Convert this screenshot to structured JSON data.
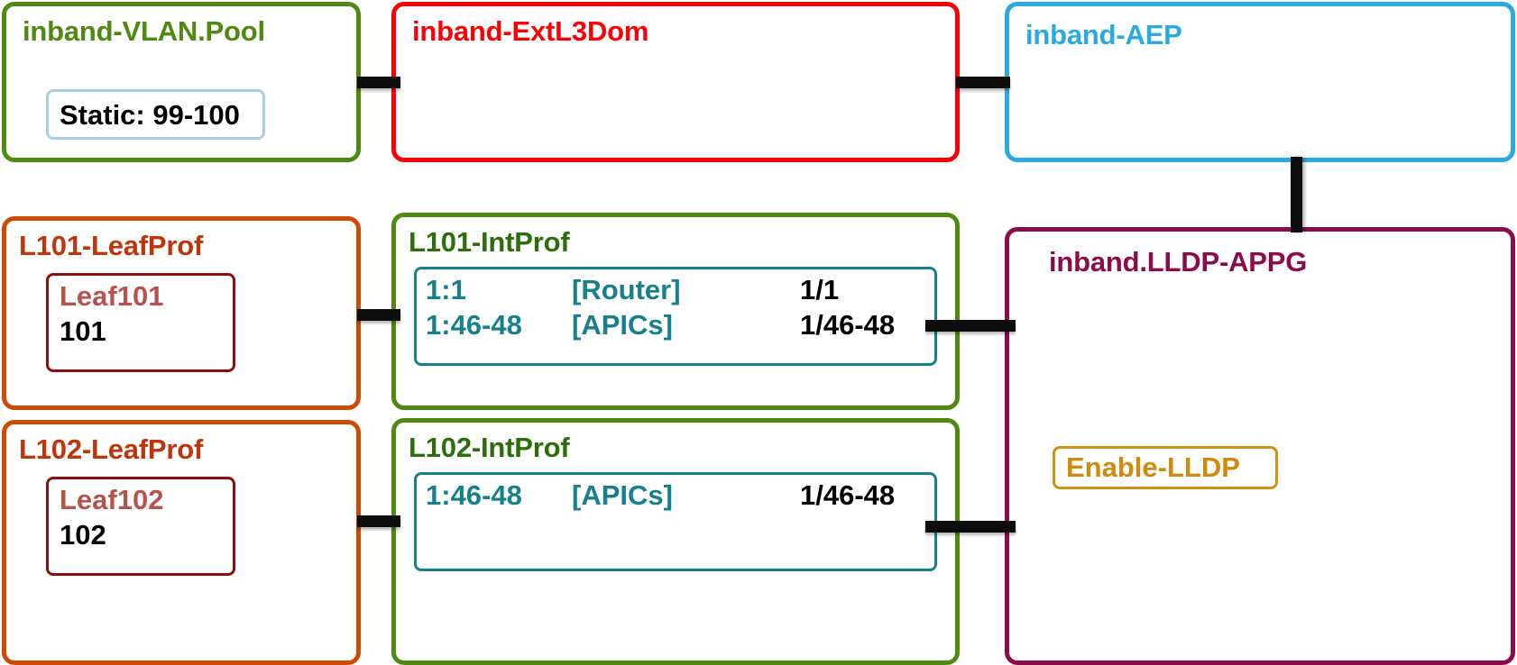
{
  "diagram": {
    "title": "Cisco ACI inband management access policy diagram",
    "palette": {
      "vlan_pool": "#4f8a10",
      "ext_l3_dom": "#fb0007",
      "aep": "#29abe2",
      "leaf_profile": "#ce4a06",
      "int_profile": "#4f8a10",
      "appg": "#8c0b4b",
      "static_chip_border": "#a8cfe4",
      "leaf_chip_border": "#8a1010",
      "port_chip_border": "#17818b",
      "lldp_chip_border": "#cf9311",
      "connector": "#0d0d0d"
    }
  },
  "nodes": {
    "vlan_pool": {
      "title": "inband-VLAN.Pool",
      "chip": {
        "label": "Static: 99-100"
      }
    },
    "ext_l3_dom": {
      "title": "inband-ExtL3Dom"
    },
    "aep": {
      "title": "inband-AEP"
    },
    "leaf_prof_101": {
      "title": "L101-LeafProf",
      "chip": {
        "name": "Leaf101",
        "id": "101"
      }
    },
    "leaf_prof_102": {
      "title": "L102-LeafProf",
      "chip": {
        "name": "Leaf102",
        "id": "102"
      }
    },
    "int_prof_101": {
      "title": "L101-IntProf",
      "ports": [
        {
          "selector": "1:1",
          "description": "[Router]",
          "interface": "1/1"
        },
        {
          "selector": "1:46-48",
          "description": "[APICs]",
          "interface": "1/46-48"
        }
      ]
    },
    "int_prof_102": {
      "title": "L102-IntProf",
      "ports": [
        {
          "selector": "1:46-48",
          "description": "[APICs]",
          "interface": "1/46-48"
        }
      ]
    },
    "appg": {
      "title": "inband.LLDP-APPG",
      "chip": {
        "label": "Enable-LLDP"
      }
    }
  },
  "connectors": [
    {
      "name": "vlanpool-to-extl3dom",
      "orientation": "horizontal"
    },
    {
      "name": "extl3dom-to-aep",
      "orientation": "horizontal"
    },
    {
      "name": "aep-to-appg",
      "orientation": "vertical"
    },
    {
      "name": "leafprof101-to-intprof101",
      "orientation": "horizontal"
    },
    {
      "name": "intprof101-to-appg",
      "orientation": "horizontal"
    },
    {
      "name": "leafprof102-to-intprof102",
      "orientation": "horizontal"
    },
    {
      "name": "intprof102-to-appg",
      "orientation": "horizontal"
    }
  ]
}
